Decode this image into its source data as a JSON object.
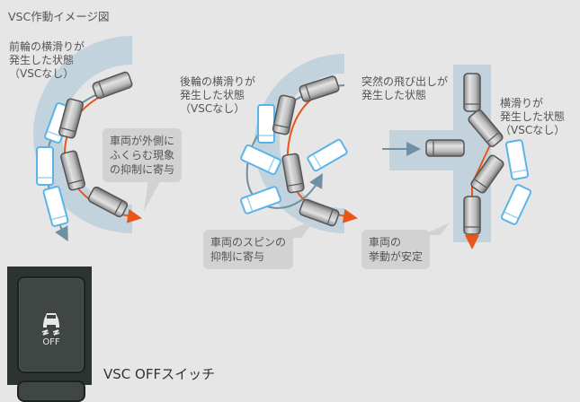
{
  "title": "VSC作動イメージ図",
  "scenes": [
    {
      "label": "前輪の横滑りが\n発生した状態\n（VSCなし）",
      "callout": "車両が外側に\nふくらむ現象\nの抑制に寄与"
    },
    {
      "label": "後輪の横滑りが\n発生した状態\n（VSCなし）",
      "callout": "車両のスピンの\n抑制に寄与"
    },
    {
      "label_left": "突然の飛び出しが\n発生した状態",
      "label_right": "横滑りが\n発生した状態\n（VSCなし）",
      "callout": "車両の\n挙動が安定"
    }
  ],
  "switch": {
    "button_text": "OFF",
    "icon": "vsc-skid-car-icon",
    "caption": "VSC OFFスイッチ"
  },
  "colors": {
    "background": "#e6e6e6",
    "road": "#c3d3de",
    "path_vsc": "#e8561a",
    "path_no_vsc": "#6f8fa3",
    "car_no_vsc_outline": "#5ab4ea",
    "callout_bg": "#d2d2d2"
  }
}
